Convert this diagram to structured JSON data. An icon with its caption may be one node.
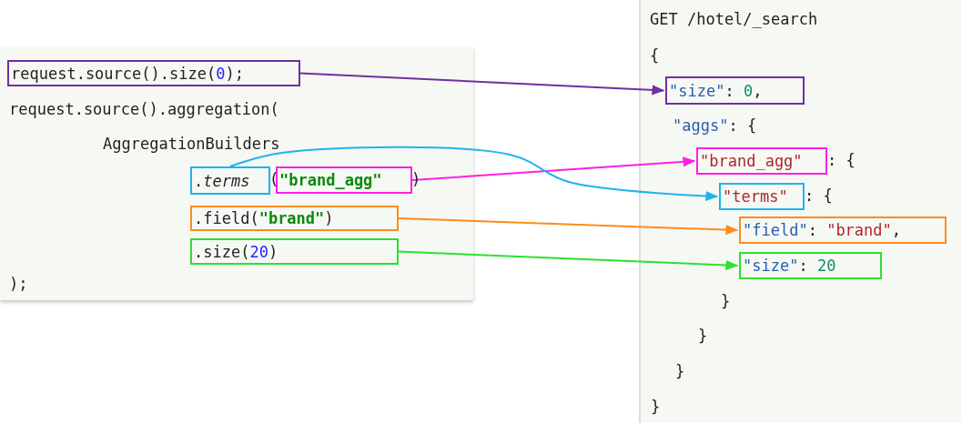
{
  "diagram": {
    "nodes": [
      {
        "text": [
          "request.source().aggregation(",
          "AggregationBuilders",
          "(",
          ")",
          ");"
        ]
      },
      {
        "text": [
          "request.source().size(0);"
        ],
        "in": 0
      },
      {
        "text": [
          ".*terms*"
        ],
        "in": 0
      },
      {
        "text": [
          "\"brand_agg\""
        ],
        "in": 0
      },
      {
        "text": [
          ".field(\"brand\")"
        ],
        "in": 0
      },
      {
        "text": [
          ".size(20)"
        ],
        "in": 0
      },
      {
        "text": [
          "GET /hotel/_search",
          "{",
          "\"aggs\": {",
          ": {",
          ": {",
          "}",
          "}",
          "}",
          "}"
        ]
      },
      {
        "text": [
          "\"size\": 0,"
        ],
        "in": 6
      },
      {
        "text": [
          "\"brand_agg\""
        ],
        "in": 6
      },
      {
        "text": [
          "\"terms\""
        ],
        "in": 6
      },
      {
        "text": [
          "\"field\": \"brand\","
        ],
        "in": 6
      },
      {
        "text": [
          "\"size\": 20"
        ],
        "in": 6
      }
    ],
    "edges": [
      {
        "from": 1,
        "to": 7,
        "arrow": "to",
        "color": "#7030a0"
      },
      {
        "from": 3,
        "to": 8,
        "arrow": "to",
        "color": "#ff1ee6"
      },
      {
        "from": 2,
        "to": 9,
        "arrow": "to",
        "color": "#1eb4f0"
      },
      {
        "from": 4,
        "to": 10,
        "arrow": "to",
        "color": "#ff8c1a"
      },
      {
        "from": 5,
        "to": 11,
        "arrow": "to",
        "color": "#2ee02e"
      }
    ]
  }
}
